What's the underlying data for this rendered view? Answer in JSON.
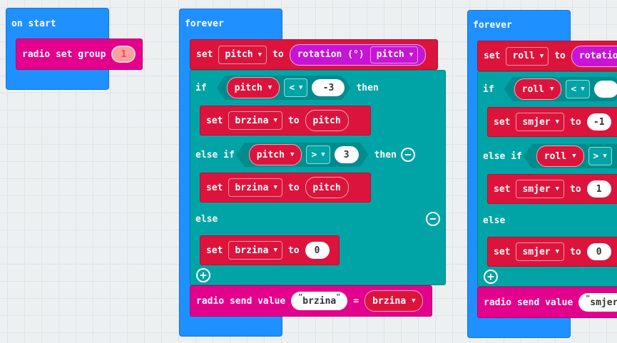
{
  "on_start": {
    "hat_label": "on start",
    "block_label": "radio set group",
    "group_value": "1"
  },
  "forever1": {
    "hat_label": "forever",
    "set1": {
      "set": "set",
      "var": "pitch",
      "to": "to",
      "source": "rotation (°)",
      "axis": "pitch"
    },
    "if": {
      "if": "if",
      "var": "pitch",
      "op": "<",
      "value": "-3",
      "then": "then"
    },
    "set2": {
      "set": "set",
      "var": "brzina",
      "to": "to",
      "value": "pitch"
    },
    "elseif": {
      "label": "else if",
      "var": "pitch",
      "op": ">",
      "value": "3",
      "then": "then"
    },
    "set3": {
      "set": "set",
      "var": "brzina",
      "to": "to",
      "value": "pitch"
    },
    "else": {
      "label": "else"
    },
    "set4": {
      "set": "set",
      "var": "brzina",
      "to": "to",
      "value": "0"
    },
    "send": {
      "label": "radio send value",
      "name": "brzina",
      "quote_open": "\"",
      "quote_close": "\"",
      "eq": "=",
      "var": "brzina"
    }
  },
  "forever2": {
    "hat_label": "forever",
    "set1": {
      "set": "set",
      "var": "roll",
      "to": "to",
      "source": "rotatio"
    },
    "if": {
      "if": "if",
      "var": "roll",
      "op": "<"
    },
    "set2": {
      "set": "set",
      "var": "smjer",
      "to": "to",
      "value": "-1"
    },
    "elseif": {
      "label": "else if",
      "var": "roll",
      "op": ">"
    },
    "set3": {
      "set": "set",
      "var": "smjer",
      "to": "to",
      "value": "1"
    },
    "else": {
      "label": "else"
    },
    "set4": {
      "set": "set",
      "var": "smjer",
      "to": "to",
      "value": "0"
    },
    "send": {
      "label": "radio send value",
      "name": "smjer",
      "quote_open": "\""
    }
  },
  "icons": {
    "dropdown": "▼",
    "remove": "−",
    "add": "+"
  }
}
